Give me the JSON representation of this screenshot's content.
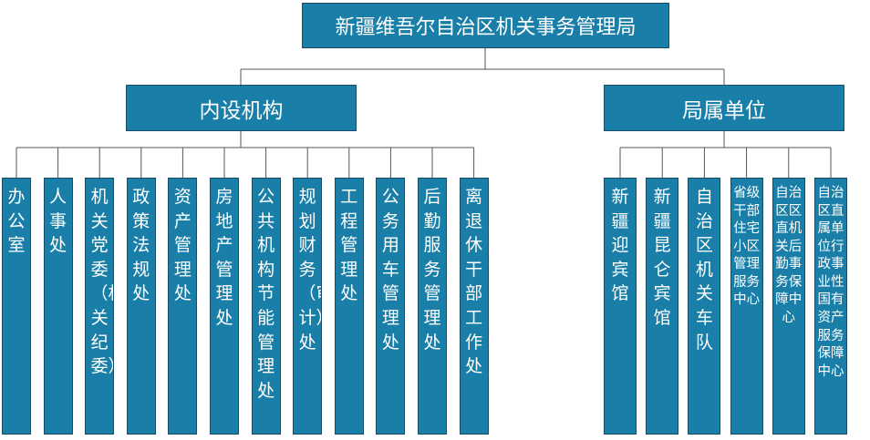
{
  "root": "新疆维吾尔自治区机关事务管理局",
  "branches": [
    {
      "label": "内设机构",
      "children": [
        "办公室",
        "人事处",
        "机关党委（机关纪委）",
        "政策法规处",
        "资产管理处",
        "房地产管理处",
        "公共机构节能管理处",
        "规划财务（审计）处",
        "工程管理处",
        "公务用车管理处",
        "后勤服务管理处",
        "离退休干部工作处"
      ]
    },
    {
      "label": "局属单位",
      "children": [
        "新疆迎宾馆",
        "新疆昆仑宾馆",
        "自治区机关车队",
        "省级干部住宅小区管理服务中心",
        "自治区区直机关后勤事务保障中心",
        "自治区直属单位行政事业性国有资产服务保障中心"
      ]
    }
  ]
}
